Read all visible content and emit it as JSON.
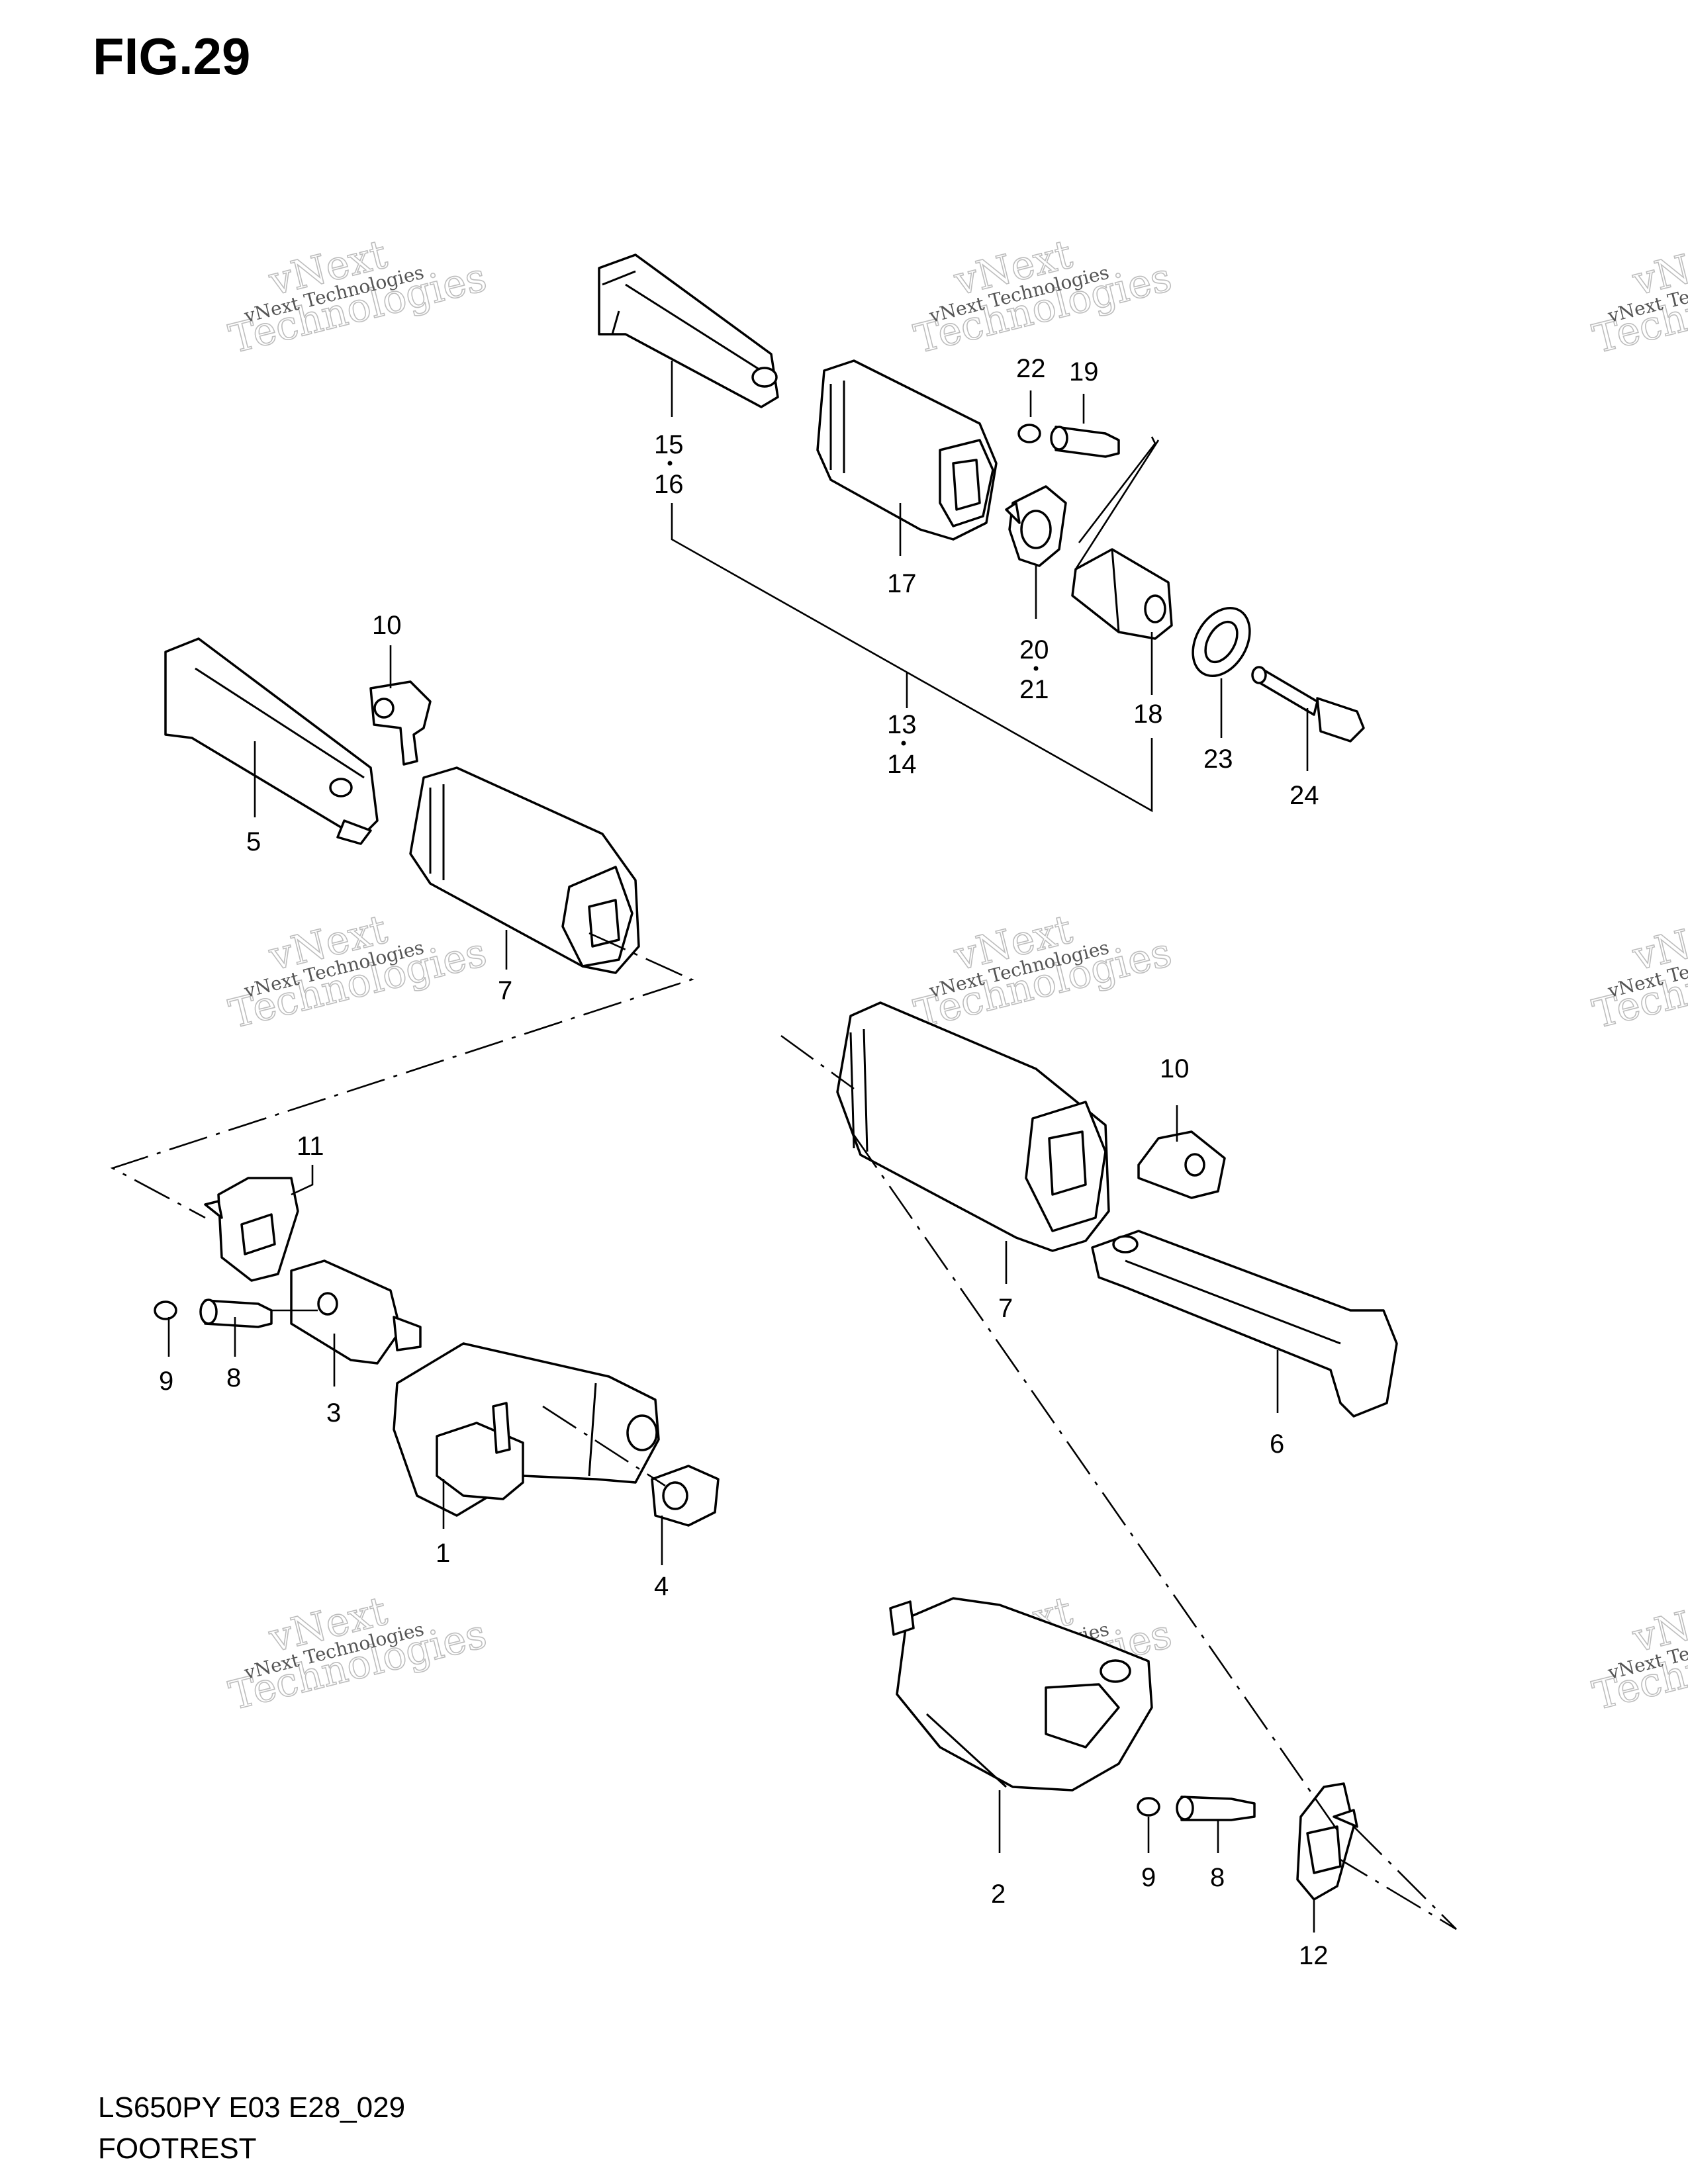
{
  "figure": {
    "title": "FIG.29",
    "model_code": "LS650PY E03 E28_029",
    "section_name": "FOOTREST"
  },
  "watermark": {
    "small_text": "vNext Technologies",
    "line1": "vNext",
    "line2": "Technologies"
  },
  "callouts": [
    "1",
    "2",
    "3",
    "4",
    "5",
    "6",
    "7",
    "7",
    "8",
    "8",
    "9",
    "9",
    "10",
    "10",
    "11",
    "12",
    "13",
    "14",
    "15",
    "16",
    "17",
    "18",
    "19",
    "20",
    "21",
    "22",
    "23",
    "24"
  ]
}
